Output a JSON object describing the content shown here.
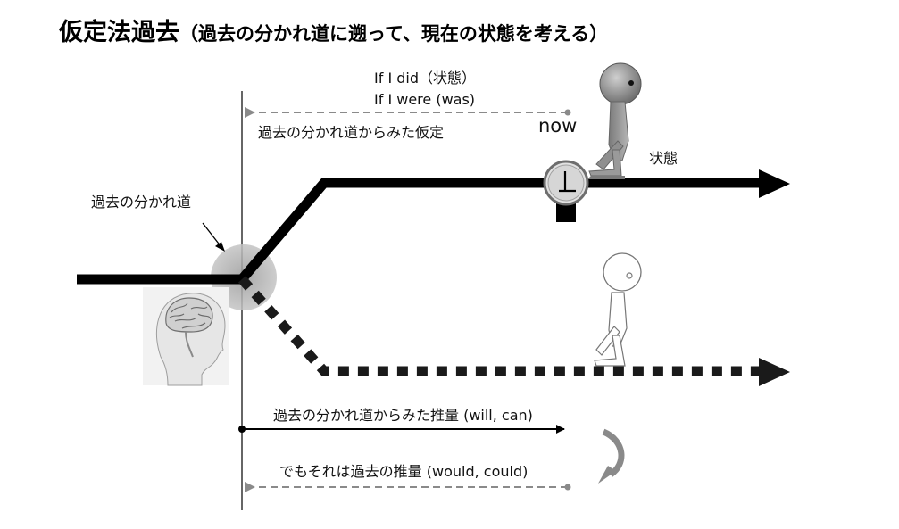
{
  "title": {
    "main": "仮定法過去",
    "sub": "（過去の分かれ道に遡って、現在の状態を考える）"
  },
  "labels": {
    "fork_point": "過去の分かれ道",
    "if_did": "If I did（状態）",
    "if_were": "If I were (was)",
    "hypothesis_from_fork": "過去の分かれ道からみた仮定",
    "now": "now",
    "state": "状態",
    "inference_from_fork": "過去の分かれ道からみた推量 (will, can)",
    "past_inference": "でもそれは過去の推量 (would, could)"
  },
  "icons": {
    "brain": "brain-head-icon",
    "clock": "clock-icon",
    "walker_actual": "walking-person-icon",
    "walker_alternate": "walking-person-outline-icon",
    "curved_arrow": "curved-arrow-icon"
  },
  "colors": {
    "line": "#000000",
    "dashed_arrow": "#8a8a8a",
    "fork_circle": "#b0b0b0",
    "person_fill": "#9a9a9a"
  }
}
